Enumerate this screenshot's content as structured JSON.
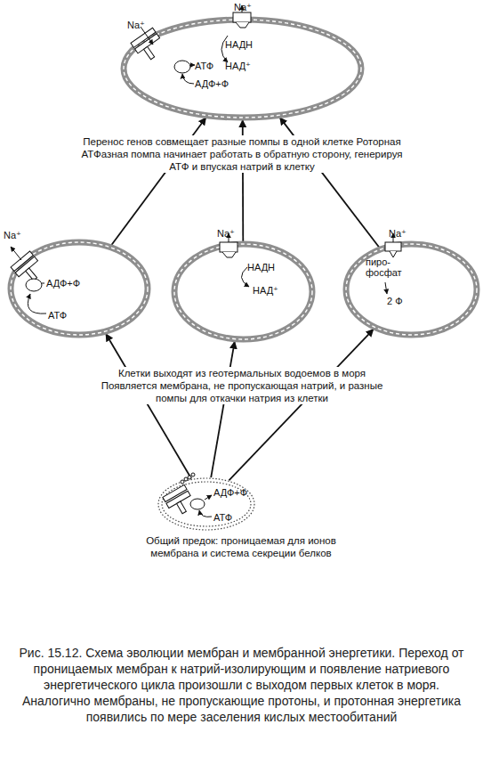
{
  "diagram": {
    "caption": "Рис. 15.12. Схема эволюции мембран и мембранной энергетики. Переход от проницаемых мембран к натрий-изолирующим и появление натриевого энергетического цикла произошли с выходом первых клеток в моря. Аналогично мембраны, не пропускающие протоны, и протонная энергетика появились по мере заселения кислых местообитаний",
    "nodes": [
      {
        "text": [
          "Na⁺",
          "Na⁺",
          "НАДН",
          "АТФ",
          "НАД⁺",
          "АДФ+Ф"
        ]
      },
      {
        "text": [
          "Na⁺",
          "АДФ+Ф",
          "АТФ"
        ]
      },
      {
        "text": [
          "Na⁺",
          "НАДН",
          "НАД⁺"
        ]
      },
      {
        "text": [
          "Na⁺",
          "пиро- фосфат",
          "2 Ф"
        ]
      },
      {
        "text": [
          "АДФ+Ф",
          "АТФ"
        ]
      }
    ],
    "edges": [
      {
        "from": 4,
        "to": 1,
        "arrow": "to"
      },
      {
        "from": 4,
        "to": 2,
        "arrow": "to"
      },
      {
        "from": 4,
        "to": 3,
        "arrow": "to"
      },
      {
        "from": 1,
        "to": 0,
        "arrow": "to"
      },
      {
        "from": 2,
        "to": 0,
        "arrow": "to"
      },
      {
        "from": 3,
        "to": 0,
        "arrow": "to"
      }
    ],
    "labels": [
      "Перенос генов совмещает разные помпы в одной клетке Роторная АТФазная помпа начинает работать в обратную сторону, генерируя АТФ и впуская натрий в клетку",
      "Клетки выходят из геотермальных водоемов в моря Появляется мембрана, не пропускающая натрий, и разные помпы для откачки натрия из клетки",
      "Общий предок: проницаемая для ионов мембрана и система секреции белков"
    ]
  }
}
